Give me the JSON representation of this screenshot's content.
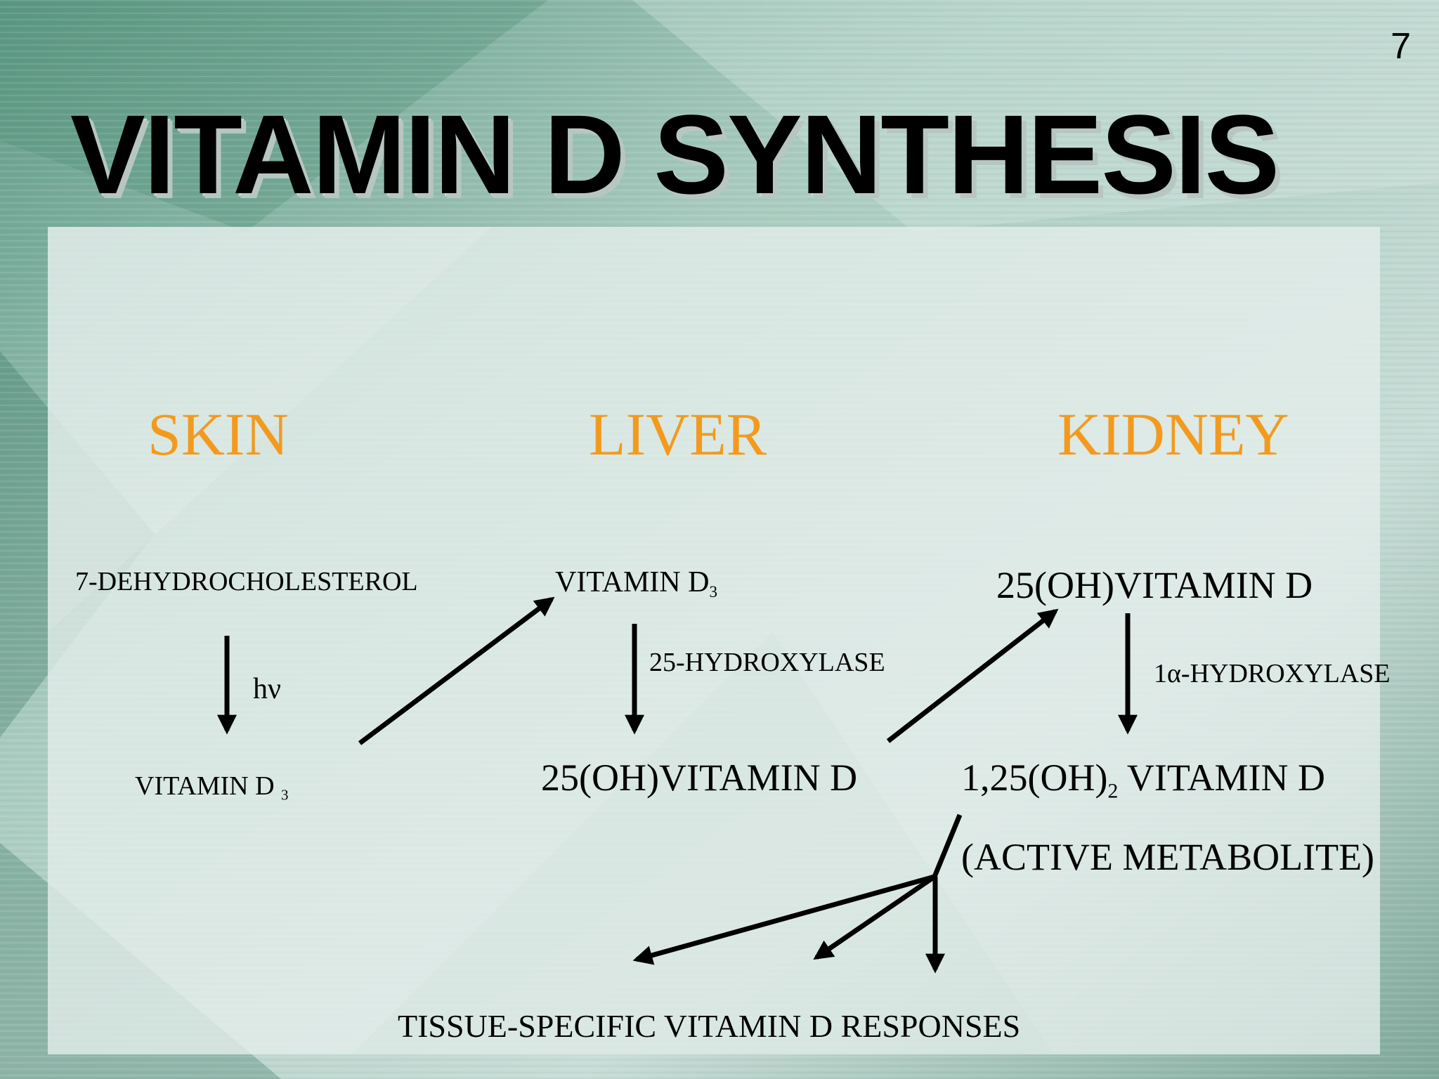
{
  "page_number": "7",
  "title": "VITAMIN D SYNTHESIS",
  "colors": {
    "organ_label": "#f39a1e",
    "text": "#000000",
    "panel": "#e6eeec"
  },
  "organs": {
    "skin": "SKIN",
    "liver": "LIVER",
    "kidney": "KIDNEY"
  },
  "skin": {
    "precursor": "7-DEHYDROCHOLESTEROL",
    "catalyst": "hν",
    "product": "VITAMIN D",
    "product_sub": "3"
  },
  "liver": {
    "substrate": "VITAMIN D",
    "substrate_sub": "3",
    "enzyme": "25-HYDROXYLASE",
    "product": "25(OH)VITAMIN D"
  },
  "kidney": {
    "substrate": "25(OH)VITAMIN D",
    "enzyme": "1α-HYDROXYLASE",
    "product_pre": "1,25(OH)",
    "product_sub": "2",
    "product_post": " VITAMIN D",
    "note": "(ACTIVE METABOLITE)"
  },
  "outcome": "TISSUE-SPECIFIC VITAMIN D RESPONSES"
}
